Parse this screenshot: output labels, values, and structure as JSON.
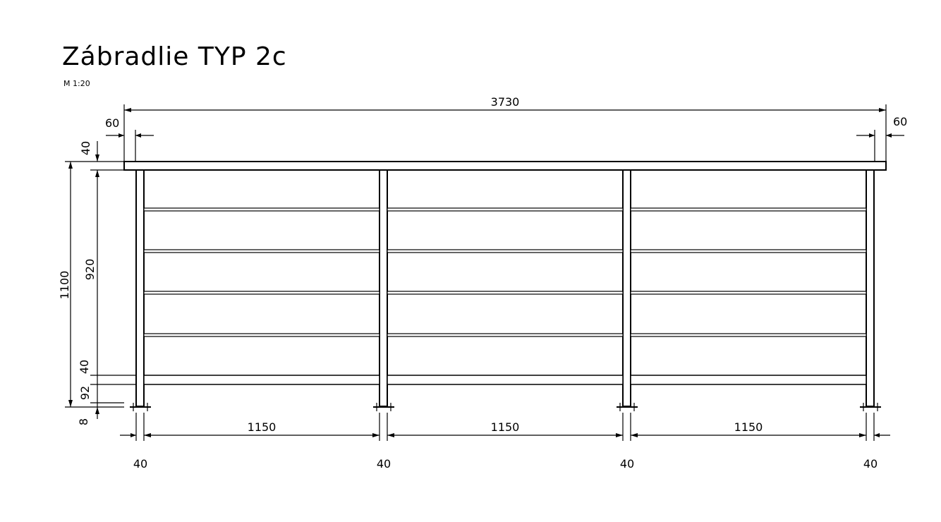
{
  "title": "Zábradlie TYP 2c",
  "scale": "M 1:20",
  "dimensions": {
    "total_length": "3730",
    "overhang_left": "60",
    "overhang_right": "60",
    "handrail_height": "40",
    "total_height": "1100",
    "infill_height": "920",
    "bottom_rail": "40",
    "bottom_gap": "92",
    "base_plate": "8",
    "spans": [
      "1150",
      "1150",
      "1150"
    ],
    "posts": [
      "40",
      "40",
      "40",
      "40"
    ]
  }
}
